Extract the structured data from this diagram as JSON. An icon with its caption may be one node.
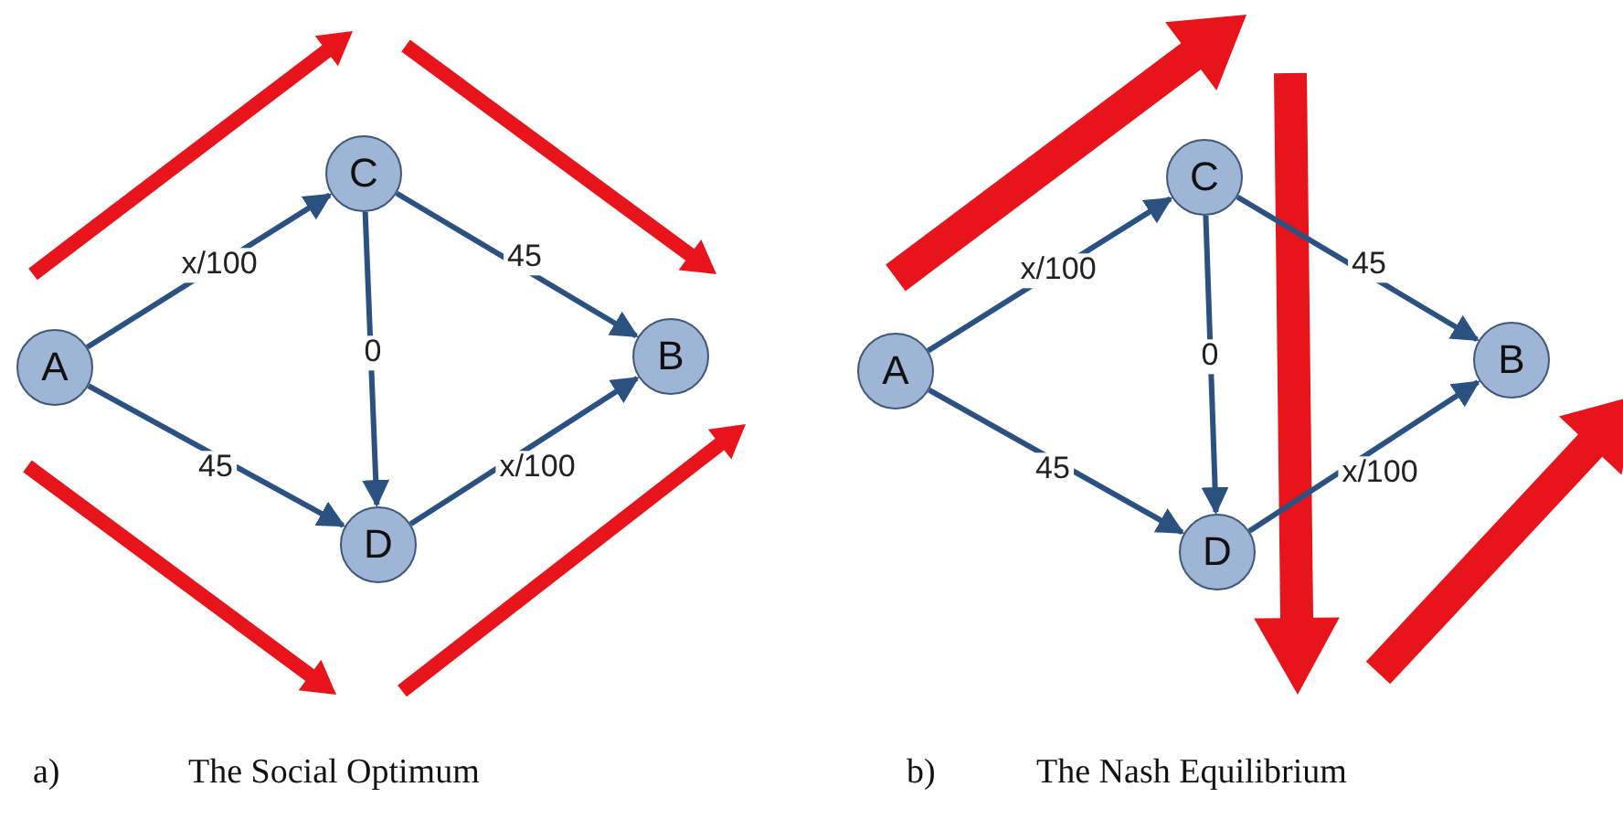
{
  "diagram": {
    "nodes": [
      {
        "text": [
          "A"
        ]
      },
      {
        "text": [
          "C"
        ]
      },
      {
        "text": [
          "D"
        ]
      },
      {
        "text": [
          "B"
        ]
      },
      {
        "text": [
          "A"
        ]
      },
      {
        "text": [
          "C"
        ]
      },
      {
        "text": [
          "D"
        ]
      },
      {
        "text": [
          "B"
        ]
      }
    ],
    "edges": [
      {
        "from": 0,
        "to": 1,
        "arrow": "to",
        "label": "x/100"
      },
      {
        "from": 0,
        "to": 2,
        "arrow": "to",
        "label": "45"
      },
      {
        "from": 1,
        "to": 2,
        "arrow": "to",
        "label": "0"
      },
      {
        "from": 1,
        "to": 3,
        "arrow": "to",
        "label": "45"
      },
      {
        "from": 2,
        "to": 3,
        "arrow": "to",
        "label": "x/100"
      },
      {
        "from": 4,
        "to": 5,
        "arrow": "to",
        "label": "x/100"
      },
      {
        "from": 4,
        "to": 6,
        "arrow": "to",
        "label": "45"
      },
      {
        "from": 5,
        "to": 6,
        "arrow": "to",
        "label": "0"
      },
      {
        "from": 5,
        "to": 7,
        "arrow": "to",
        "label": "45"
      },
      {
        "from": 6,
        "to": 7,
        "arrow": "to",
        "label": "x/100"
      }
    ],
    "labels": [
      "a)",
      "The Social Optimum",
      "b)",
      "The Nash Equilibrium"
    ]
  }
}
